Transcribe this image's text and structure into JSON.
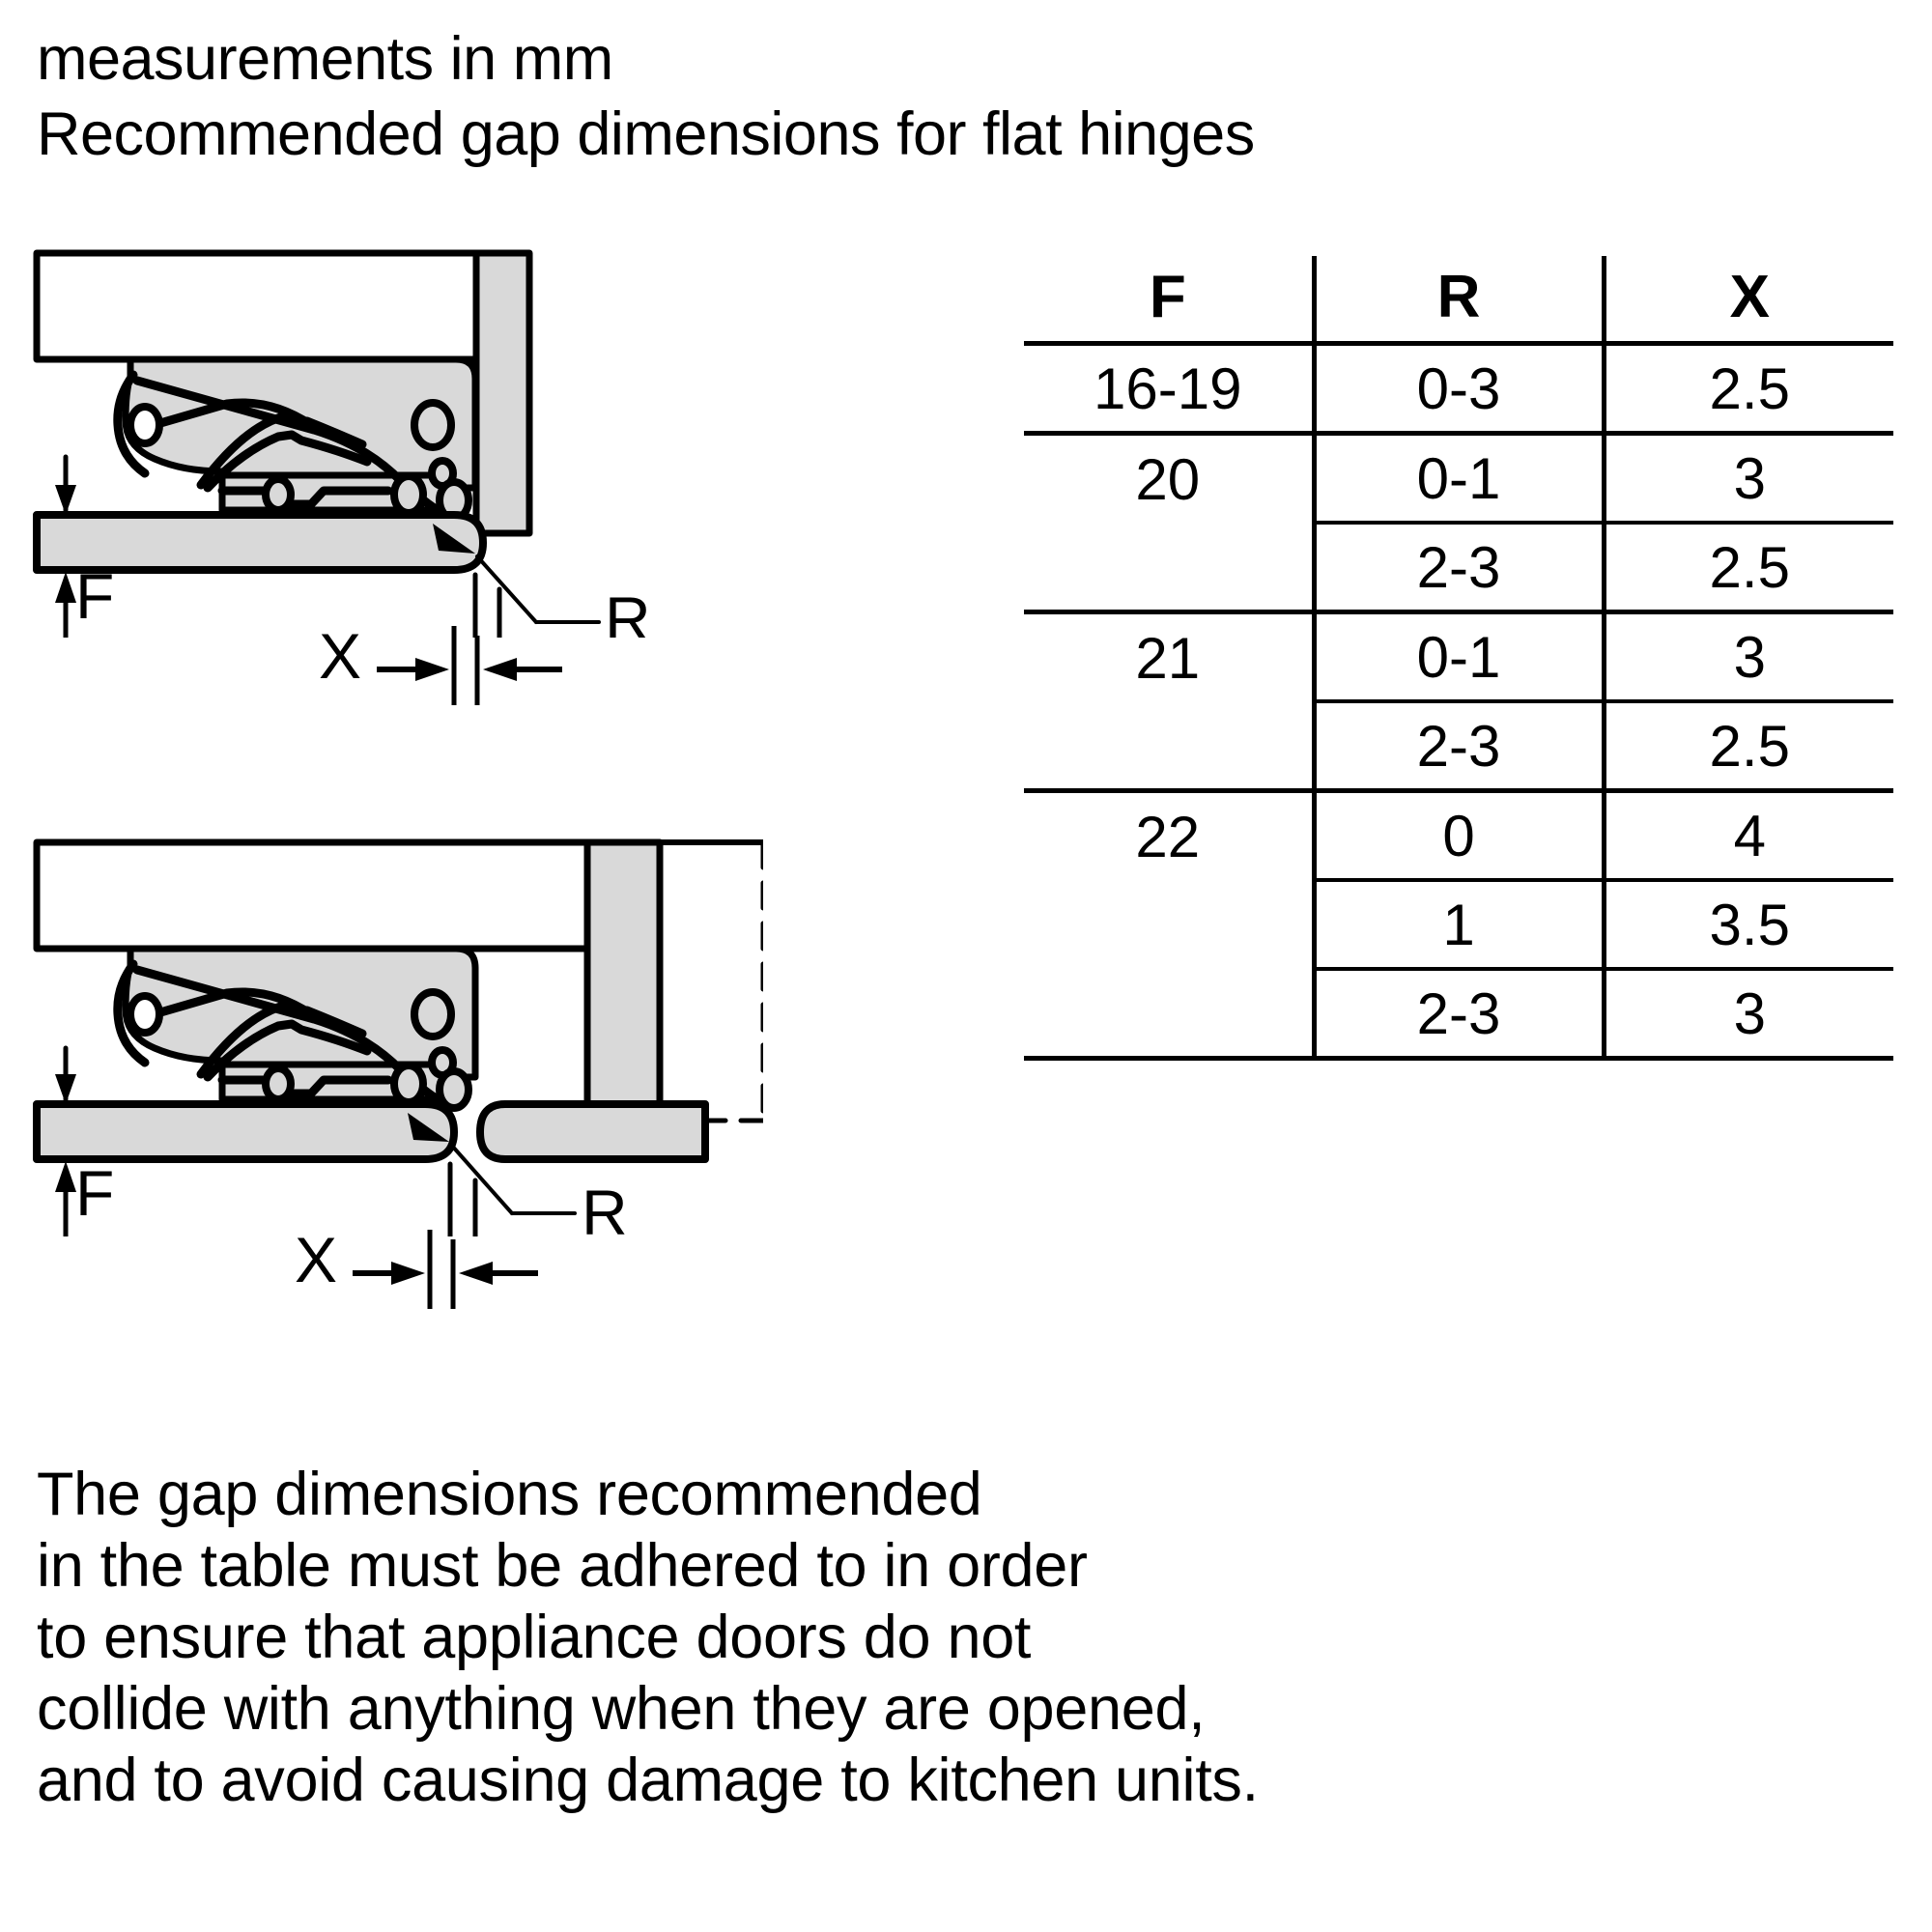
{
  "header": {
    "line1": "measurements in mm",
    "line2": "Recommended gap dimensions for flat hinges"
  },
  "diagram_top": {
    "label_f": "F",
    "label_x": "X",
    "label_r": "R"
  },
  "diagram_bottom": {
    "label_f": "F",
    "label_x": "X",
    "label_r": "R"
  },
  "table": {
    "headers": [
      "F",
      "R",
      "X"
    ],
    "rows": [
      {
        "f": "16-19",
        "r": "0-3",
        "x": "2.5",
        "rule": "major"
      },
      {
        "f": "20",
        "r": "0-1",
        "x": "3",
        "rule": "major"
      },
      {
        "f": "",
        "r": "2-3",
        "x": "2.5",
        "rule": "thin"
      },
      {
        "f": "21",
        "r": "0-1",
        "x": "3",
        "rule": "major"
      },
      {
        "f": "",
        "r": "2-3",
        "x": "2.5",
        "rule": "thin"
      },
      {
        "f": "22",
        "r": "0",
        "x": "4",
        "rule": "major"
      },
      {
        "f": "",
        "r": "1",
        "x": "3.5",
        "rule": "thin"
      },
      {
        "f": "",
        "r": "2-3",
        "x": "3",
        "rule": "thin"
      }
    ]
  },
  "footer": {
    "line1": "The gap dimensions recommended",
    "line2": "in the table must be adhered to in order",
    "line3": "to ensure that appliance doors do not",
    "line4": "collide with anything when they are opened,",
    "line5": "and to avoid causing damage to kitchen units."
  },
  "colors": {
    "stroke": "#000000",
    "fill_light": "#d9d9d9",
    "fill_white": "#ffffff"
  }
}
